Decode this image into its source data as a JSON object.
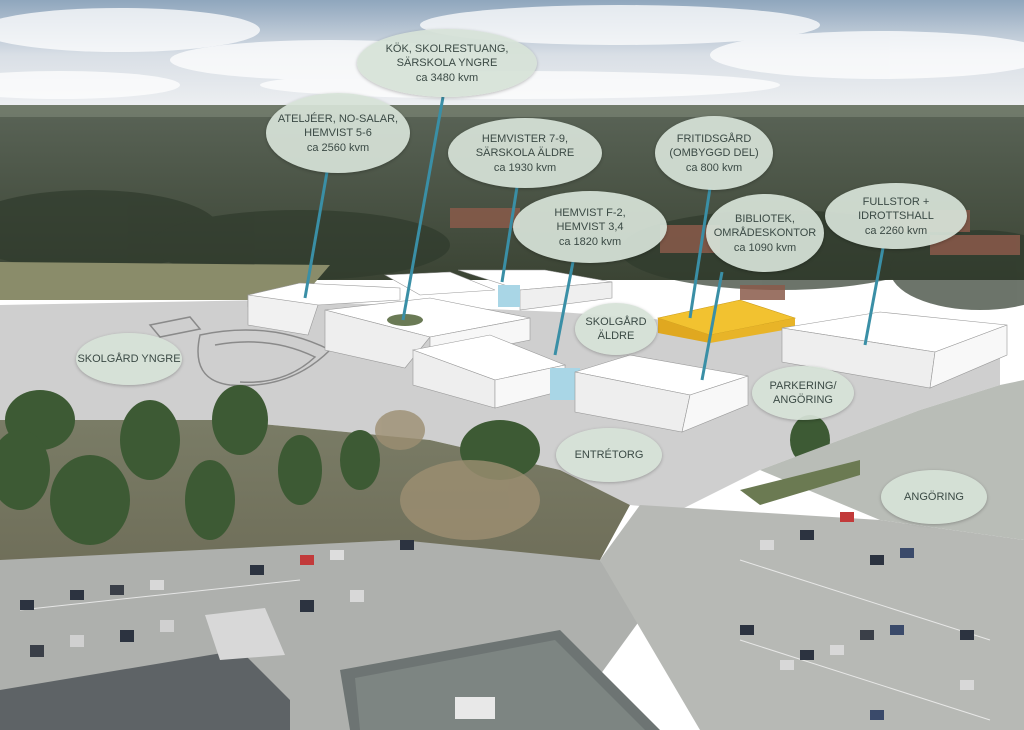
{
  "labels": {
    "kok": {
      "lines": [
        "KÖK, SKOLRESTUANG,",
        "SÄRSKOLA YNGRE"
      ],
      "area": "ca 3480 kvm"
    },
    "atelje": {
      "lines": [
        "ATELJÉER, NO-SALAR,",
        "HEMVIST 5-6"
      ],
      "area": "ca 2560 kvm"
    },
    "hemvister79": {
      "lines": [
        "HEMVISTER 7-9,",
        "SÄRSKOLA ÄLDRE"
      ],
      "area": "ca 1930 kvm"
    },
    "fritidsgard": {
      "lines": [
        "FRITIDSGÅRD",
        "(OMBYGGD DEL)"
      ],
      "area": "ca 800 kvm"
    },
    "hemvistf2": {
      "lines": [
        "HEMVIST F-2,",
        "HEMVIST 3,4"
      ],
      "area": "ca 1820 kvm"
    },
    "bibliotek": {
      "lines": [
        "BIBLIOTEK,",
        "OMRÅDESKONTOR"
      ],
      "area": "ca 1090 kvm"
    },
    "fullstor": {
      "lines": [
        "FULLSTOR +",
        "IDROTTSHALL"
      ],
      "area": "ca 2260 kvm"
    },
    "skolgard_aldre": {
      "lines": [
        "SKOLGÅRD",
        "ÄLDRE"
      ]
    },
    "skolgard_yngre": {
      "lines": [
        "SKOLGÅRD YNGRE"
      ]
    },
    "parkering": {
      "lines": [
        "PARKERING/",
        "ANGÖRING"
      ]
    },
    "entretorg": {
      "lines": [
        "ENTRÉTORG"
      ]
    },
    "angoring": {
      "lines": [
        "ANGÖRING"
      ]
    }
  },
  "colors": {
    "bubble": "#d6e2d7",
    "leader": "#3a8fa6",
    "building": "#ffffff",
    "fritidsgard_roof": "#f2c230"
  }
}
